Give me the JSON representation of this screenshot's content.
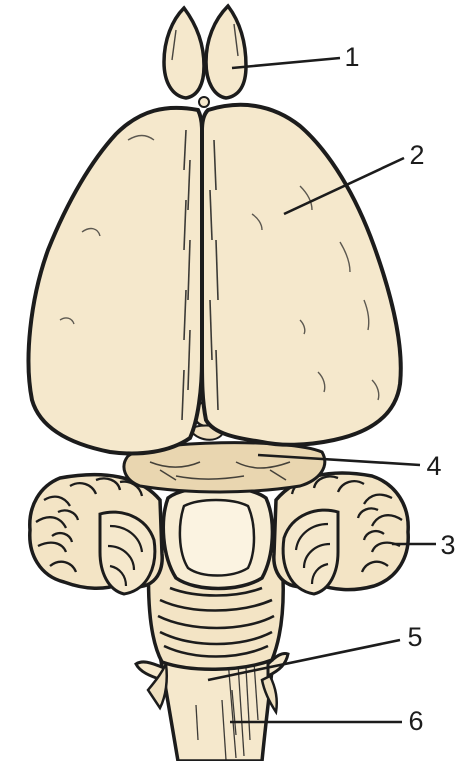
{
  "labels": {
    "olfactory_bulb": "1",
    "hemisphere": "2",
    "cerebellum": "3",
    "midbrain": "4",
    "cranial_nerve": "5",
    "spinal_cord": "6"
  },
  "colors": {
    "tissue_fill": "#f5e8cc",
    "tissue_shade": "#e6d2ac",
    "outline": "#1c1c1c",
    "background": "#ffffff"
  }
}
